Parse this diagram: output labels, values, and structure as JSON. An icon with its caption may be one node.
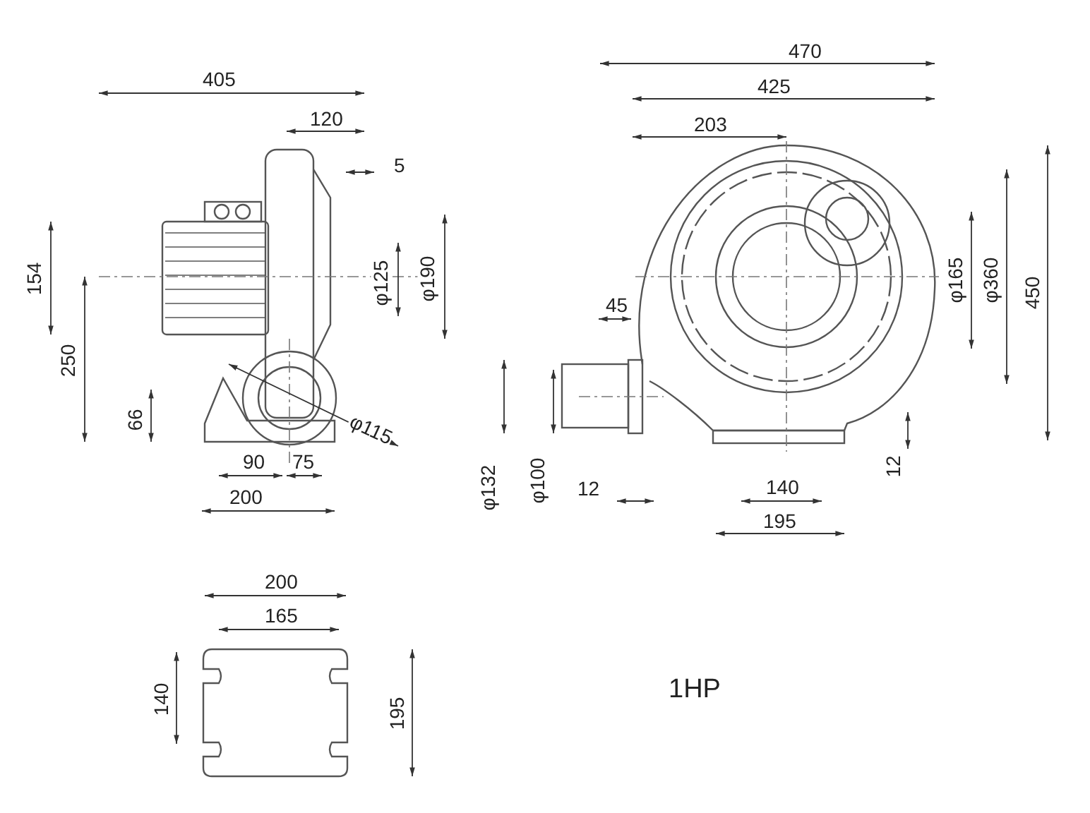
{
  "diagram": {
    "labels": [
      "405",
      "120",
      "5",
      "154",
      "φ125",
      "φ190",
      "250",
      "66",
      "φ115",
      "90",
      "75",
      "200",
      "470",
      "425",
      "203",
      "45",
      "φ165",
      "φ360",
      "450",
      "φ132",
      "φ100",
      "12",
      "140",
      "12",
      "195",
      "200",
      "165",
      "140",
      "195",
      "1HP"
    ]
  }
}
